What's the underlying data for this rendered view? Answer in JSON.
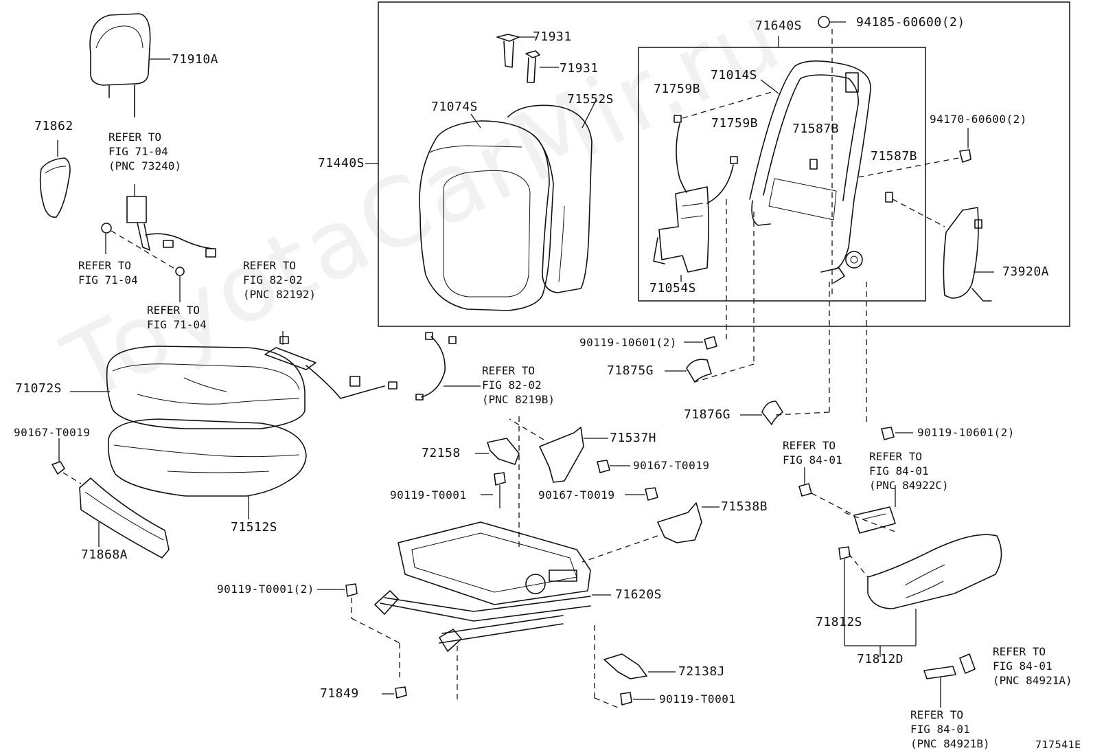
{
  "watermark": "ToyotaCarMir.ru",
  "figure_code": "717541E",
  "part_labels": {
    "p71910A": "71910A",
    "p71862": "71862",
    "p71440S": "71440S",
    "p71931a": "71931",
    "p71931b": "71931",
    "p71074S": "71074S",
    "p71552S": "71552S",
    "p71640S": "71640S",
    "p94185": "94185-60600(2)",
    "p71014S": "71014S",
    "p71759Ba": "71759B",
    "p71759Bb": "71759B",
    "p71587Ba": "71587B",
    "p71587Bb": "71587B",
    "p94170": "94170-60600(2)",
    "p71054S": "71054S",
    "p73920A": "73920A",
    "p71072S": "71072S",
    "p90167a": "90167-T0019",
    "p71512S": "71512S",
    "p71868A": "71868A",
    "p90119_10601a": "90119-10601(2)",
    "p71875G": "71875G",
    "p71876G": "71876G",
    "p90119_10601b": "90119-10601(2)",
    "p71537H": "71537H",
    "p72158": "72158",
    "p90167b": "90167-T0019",
    "p90119_T0001a": "90119-T0001",
    "p90167c": "90167-T0019",
    "p71538B": "71538B",
    "p90119_T0001b": "90119-T0001(2)",
    "p71620S": "71620S",
    "p72138J": "72138J",
    "p71849": "71849",
    "p90119_T0001c": "90119-T0001",
    "p71812S": "71812S",
    "p71812D": "71812D"
  },
  "refer_notes": {
    "r1": "REFER TO\nFIG 71-04\n(PNC 73240)",
    "r2": "REFER TO\nFIG 71-04",
    "r3": "REFER TO\nFIG 71-04",
    "r4": "REFER TO\nFIG 82-02\n(PNC 82192)",
    "r5": "REFER TO\nFIG 82-02\n(PNC 8219B)",
    "r6": "REFER TO\nFIG 84-01",
    "r7": "REFER TO\nFIG 84-01\n(PNC 84922C)",
    "r8": "REFER TO\nFIG 84-01\n(PNC 84921A)",
    "r9": "REFER TO\nFIG 84-01\n(PNC 84921B)"
  }
}
